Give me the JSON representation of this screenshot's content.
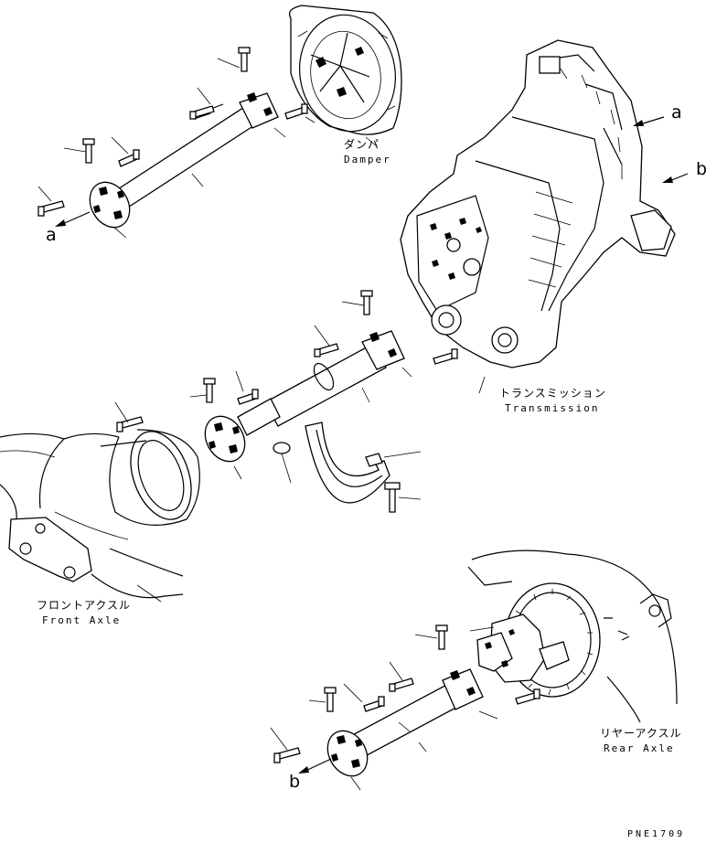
{
  "callouts": {
    "a_top": "a",
    "a_left": "a",
    "b_right": "b",
    "b_bottom": "b"
  },
  "labels": {
    "damper_jp": "ダンパ",
    "damper_en": "Damper",
    "transmission_jp": "トランスミッション",
    "transmission_en": "Transmission",
    "front_axle_jp": "フロントアクスル",
    "front_axle_en": "Front Axle",
    "rear_axle_jp": "リヤーアクスル",
    "rear_axle_en": "Rear Axle"
  },
  "drawing_code": "PNE1709"
}
